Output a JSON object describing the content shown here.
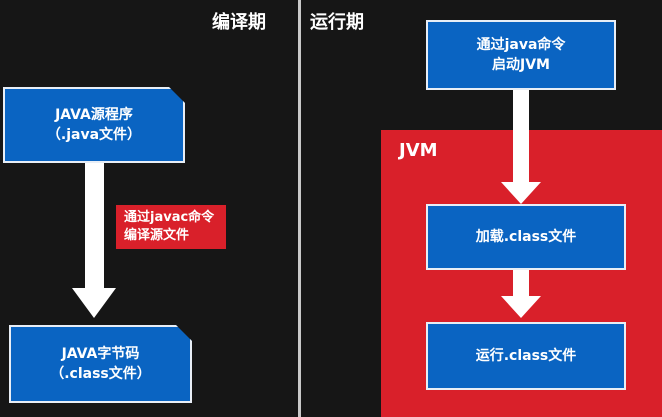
{
  "headings": {
    "compile": "编译期",
    "runtime": "运行期"
  },
  "jvm_label": "JVM",
  "nodes": {
    "source": {
      "line1": "JAVA源程序",
      "line2": "（.java文件）"
    },
    "bytecode": {
      "line1": "JAVA字节码",
      "line2": "（.class文件）"
    },
    "start_jvm": {
      "line1": "通过java命令",
      "line2": "启动JVM"
    },
    "load": {
      "line1": "加载.class文件"
    },
    "run": {
      "line1": "运行.class文件"
    }
  },
  "note": {
    "line1": "通过javac命令",
    "line2": "编译源文件"
  },
  "colors": {
    "node": "#0a64c2",
    "jvm": "#d9202a",
    "background": "#161616"
  }
}
